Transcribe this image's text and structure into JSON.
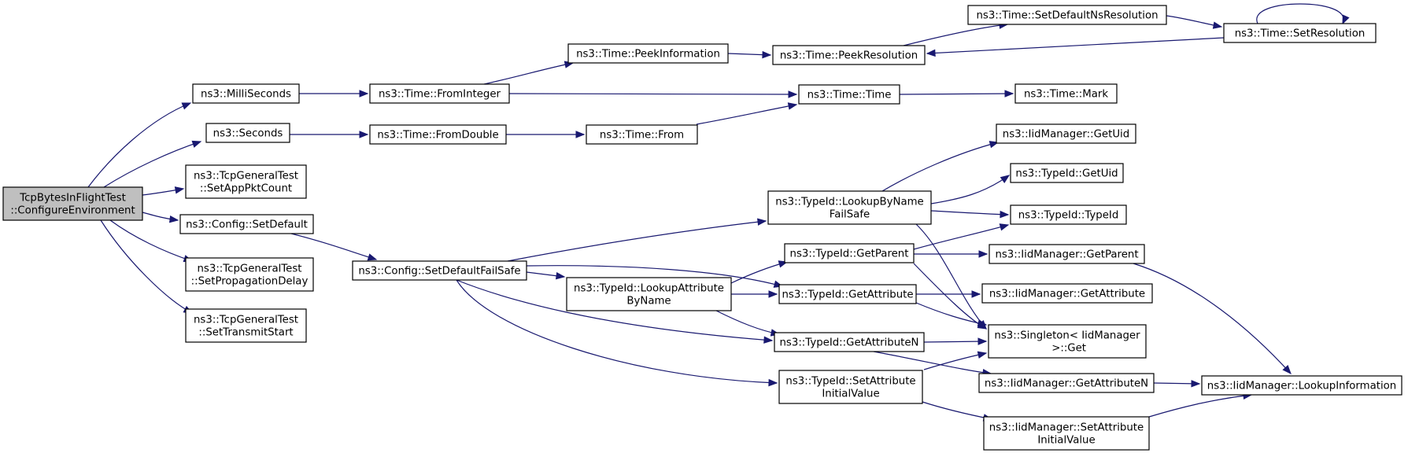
{
  "nodes": [
    {
      "id": "n0",
      "lines": [
        "TcpBytesInFlightTest",
        "::ConfigureEnvironment"
      ],
      "root": true
    },
    {
      "id": "n1",
      "lines": [
        "ns3::MilliSeconds"
      ]
    },
    {
      "id": "n2",
      "lines": [
        "ns3::Seconds"
      ]
    },
    {
      "id": "n3",
      "lines": [
        "ns3::TcpGeneralTest",
        "::SetAppPktCount"
      ]
    },
    {
      "id": "n4",
      "lines": [
        "ns3::Config::SetDefault"
      ]
    },
    {
      "id": "n5",
      "lines": [
        "ns3::TcpGeneralTest",
        "::SetPropagationDelay"
      ]
    },
    {
      "id": "n6",
      "lines": [
        "ns3::TcpGeneralTest",
        "::SetTransmitStart"
      ]
    },
    {
      "id": "n7",
      "lines": [
        "ns3::Time::FromInteger"
      ]
    },
    {
      "id": "n8",
      "lines": [
        "ns3::Time::FromDouble"
      ]
    },
    {
      "id": "n9",
      "lines": [
        "ns3::Config::SetDefaultFailSafe"
      ]
    },
    {
      "id": "n10",
      "lines": [
        "ns3::Time::PeekInformation"
      ]
    },
    {
      "id": "n11",
      "lines": [
        "ns3::Time::From"
      ]
    },
    {
      "id": "n12",
      "lines": [
        "ns3::Time::PeekResolution"
      ]
    },
    {
      "id": "n13",
      "lines": [
        "ns3::Time::Time"
      ]
    },
    {
      "id": "n14",
      "lines": [
        "ns3::Time::SetDefaultNsResolution"
      ]
    },
    {
      "id": "n15",
      "lines": [
        "ns3::Time::SetResolution"
      ]
    },
    {
      "id": "n16",
      "lines": [
        "ns3::Time::Mark"
      ]
    },
    {
      "id": "n17",
      "lines": [
        "ns3::TypeId::LookupByName",
        "FailSafe"
      ]
    },
    {
      "id": "n18",
      "lines": [
        "ns3::TypeId::LookupAttribute",
        "ByName"
      ]
    },
    {
      "id": "n19",
      "lines": [
        "ns3::TypeId::GetParent"
      ]
    },
    {
      "id": "n20",
      "lines": [
        "ns3::TypeId::GetAttribute"
      ]
    },
    {
      "id": "n21",
      "lines": [
        "ns3::TypeId::GetAttributeN"
      ]
    },
    {
      "id": "n22",
      "lines": [
        "ns3::TypeId::SetAttribute",
        "InitialValue"
      ]
    },
    {
      "id": "n23",
      "lines": [
        "ns3::IidManager::GetUid"
      ]
    },
    {
      "id": "n24",
      "lines": [
        "ns3::TypeId::GetUid"
      ]
    },
    {
      "id": "n25",
      "lines": [
        "ns3::TypeId::TypeId"
      ]
    },
    {
      "id": "n26",
      "lines": [
        "ns3::IidManager::GetParent"
      ]
    },
    {
      "id": "n27",
      "lines": [
        "ns3::IidManager::GetAttribute"
      ]
    },
    {
      "id": "n28",
      "lines": [
        "ns3::Singleton< IidManager",
        " >::Get"
      ]
    },
    {
      "id": "n29",
      "lines": [
        "ns3::IidManager::GetAttributeN"
      ]
    },
    {
      "id": "n30",
      "lines": [
        "ns3::IidManager::SetAttribute",
        "InitialValue"
      ]
    },
    {
      "id": "n31",
      "lines": [
        "ns3::IidManager::LookupInformation"
      ]
    }
  ]
}
